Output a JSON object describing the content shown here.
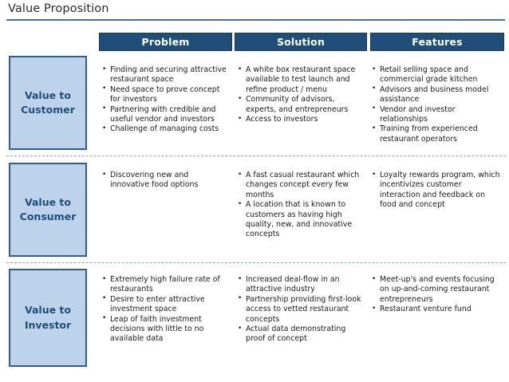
{
  "slide": {
    "title": "Value Proposition"
  },
  "columns": [
    {
      "id": "problem",
      "label": "Problem"
    },
    {
      "id": "solution",
      "label": "Solution"
    },
    {
      "id": "features",
      "label": "Features"
    }
  ],
  "rows": [
    {
      "id": "customer",
      "label_line1": "Value to",
      "label_line2": "Customer",
      "problem": [
        "Finding and securing attractive restaurant space",
        "Need space to prove concept for investors",
        "Partnering with credible and useful vendor and investors",
        "Challenge of managing costs"
      ],
      "solution": [
        "A white box restaurant space available to test launch and refine product / menu",
        "Community of advisors, experts, and entrepreneurs",
        "Access to investors"
      ],
      "features": [
        "Retail selling space and commercial grade kitchen",
        "Advisors and business model assistance",
        "Vendor and investor relationships",
        "Training from experienced restaurant operators"
      ]
    },
    {
      "id": "consumer",
      "label_line1": "Value to",
      "label_line2": "Consumer",
      "problem": [
        "Discovering new and innovative food options"
      ],
      "solution": [
        "A fast casual restaurant which changes concept every few months",
        "A location that is known to customers as having high quality, new, and innovative concepts"
      ],
      "features": [
        "Loyalty rewards program, which incentivizes customer interaction and feedback on food and concept"
      ]
    },
    {
      "id": "investor",
      "label_line1": "Value to",
      "label_line2": "Investor",
      "problem": [
        "Extremely high failure rate of restaurants",
        "Desire to enter attractive investment space",
        "Leap of faith investment decisions with little to no available data"
      ],
      "solution": [
        "Increased deal-flow in an attractive industry",
        "Partnership providing first-look access to vetted restaurant concepts",
        "Actual data demonstrating proof of concept"
      ],
      "features": [
        "Meet-up's and events focusing on up-and-coming restaurant entrepreneurs",
        "Restaurant venture fund"
      ]
    }
  ],
  "theme": {
    "header_bar_color": "#1f4e79",
    "label_box_fill": "#bdd3ec",
    "label_box_border": "#2e5e8e",
    "title_rule_color": "#4472a8",
    "separator_color": "#9aa4b1"
  }
}
